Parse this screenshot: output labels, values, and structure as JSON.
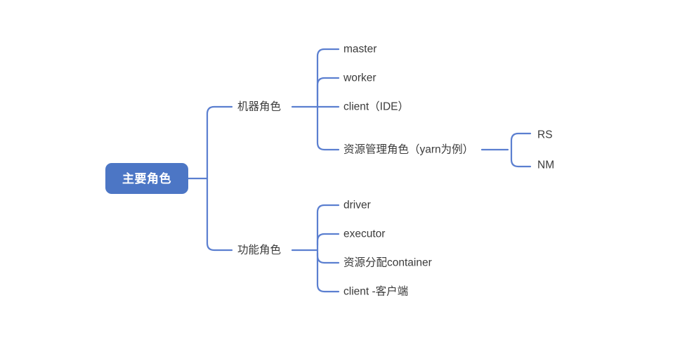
{
  "diagram": {
    "type": "mindmap",
    "title_node": {
      "label": "主要角色"
    },
    "colors": {
      "root_fill": "#4c76c5",
      "root_text": "#ffffff",
      "line": "#5b7fd0",
      "node_text": "#3b3b3b",
      "background": "#ffffff"
    },
    "branches": [
      {
        "label": "机器角色",
        "children": [
          {
            "label": "master",
            "children": []
          },
          {
            "label": "worker",
            "children": []
          },
          {
            "label": "client（IDE）",
            "children": []
          },
          {
            "label": "资源管理角色（yarn为例）",
            "children": [
              {
                "label": "RS"
              },
              {
                "label": "NM"
              }
            ]
          }
        ]
      },
      {
        "label": "功能角色",
        "children": [
          {
            "label": "driver",
            "children": []
          },
          {
            "label": "executor",
            "children": []
          },
          {
            "label": "资源分配container",
            "children": []
          },
          {
            "label": "client -客户端",
            "children": []
          }
        ]
      }
    ]
  }
}
